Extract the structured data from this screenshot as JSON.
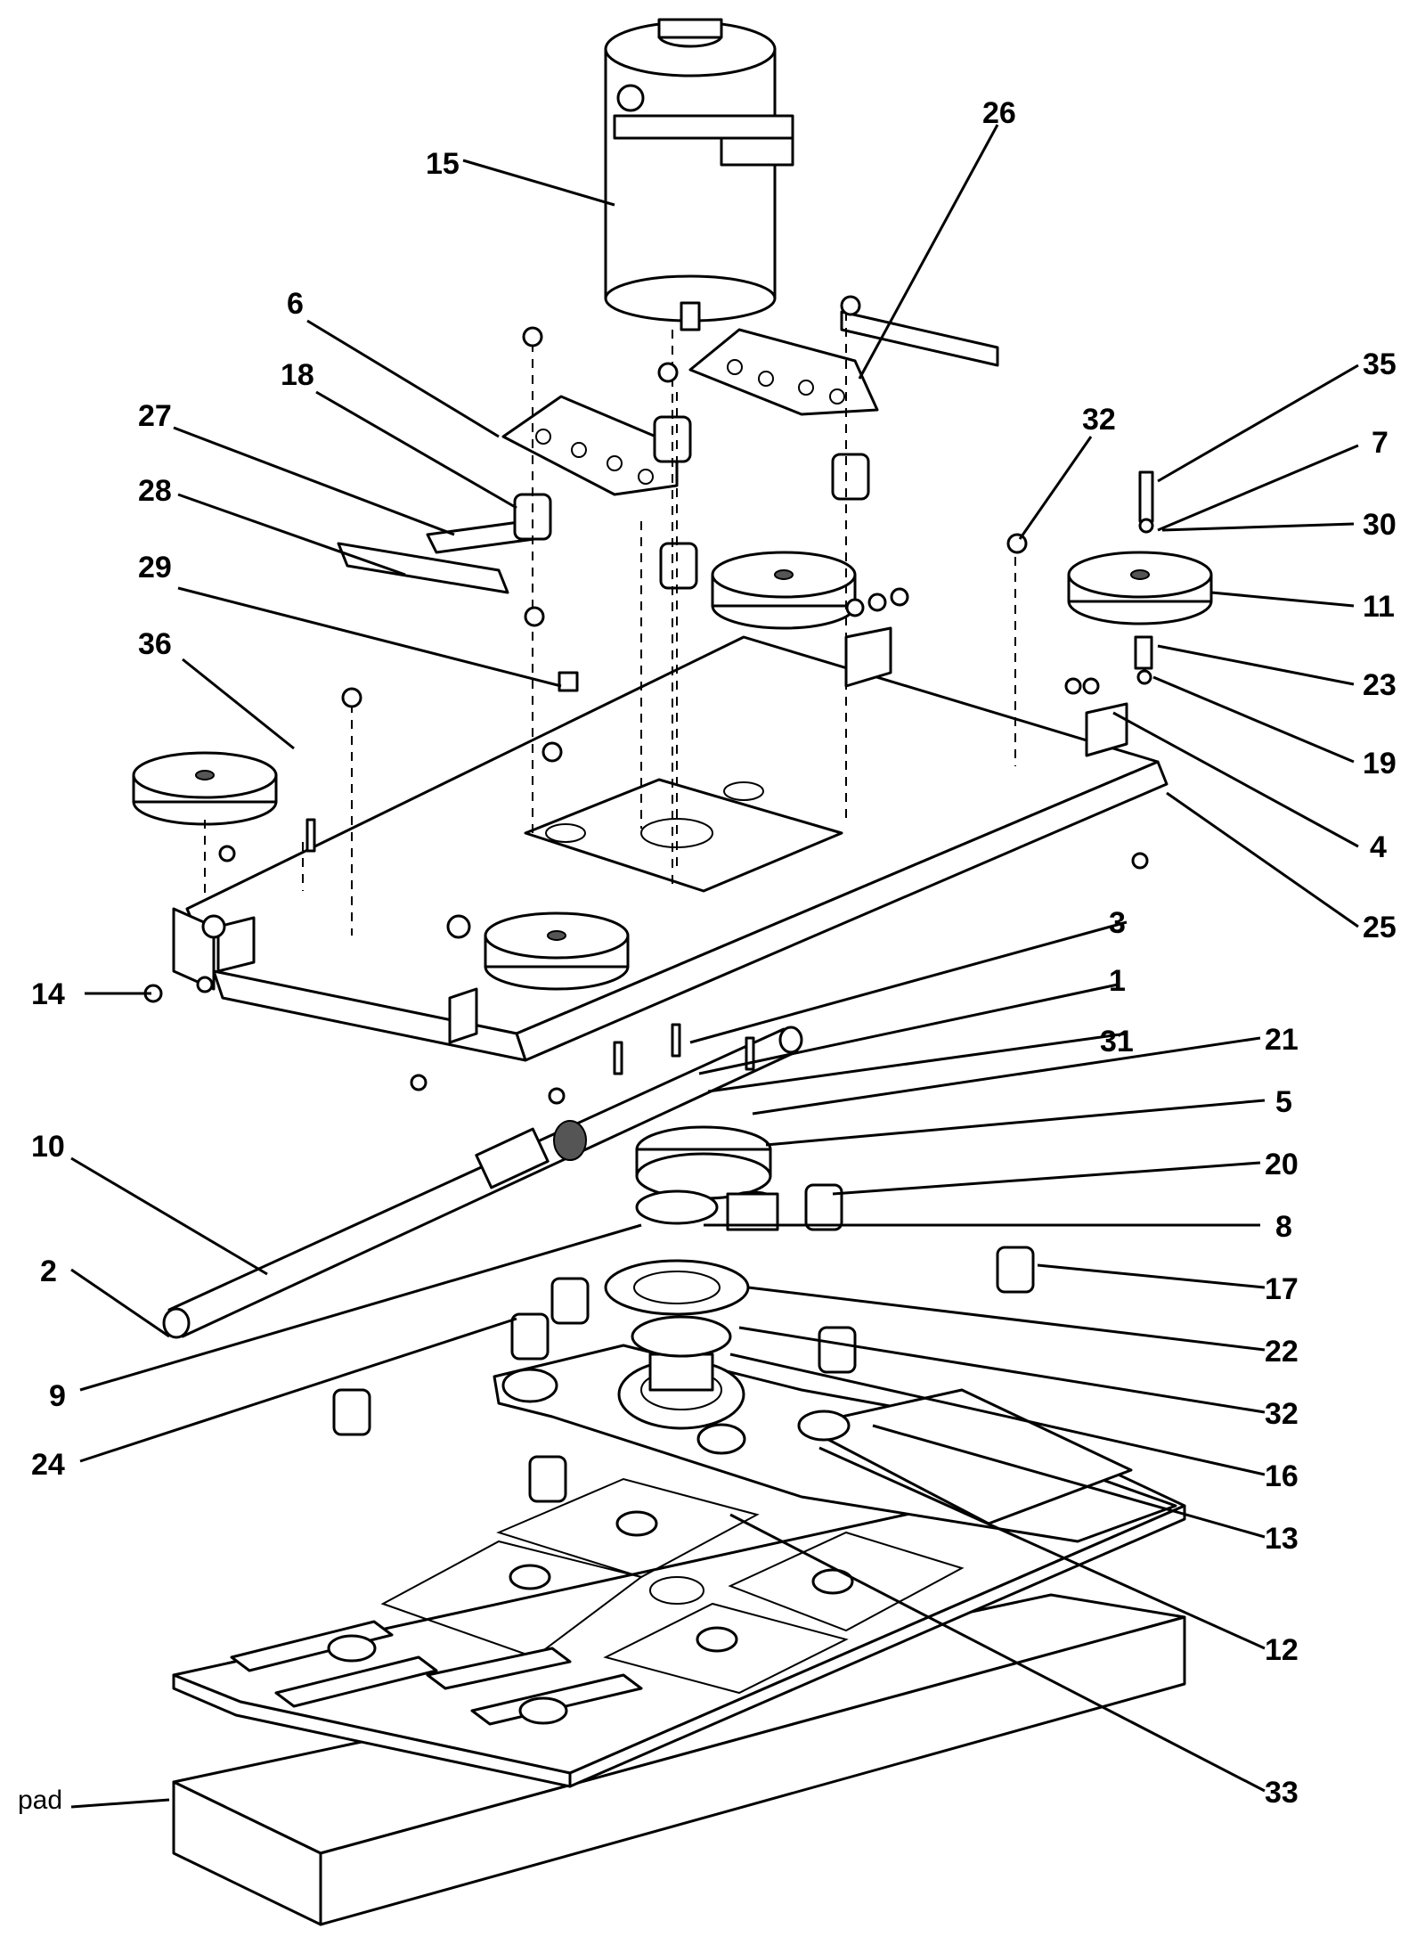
{
  "callouts": {
    "c15": "15",
    "c26": "26",
    "c6": "6",
    "c18": "18",
    "c27": "27",
    "c28": "28",
    "c29": "29",
    "c36": "36",
    "c35": "35",
    "c7": "7",
    "c32a": "32",
    "c30": "30",
    "c11": "11",
    "c23": "23",
    "c19": "19",
    "c4": "4",
    "c25": "25",
    "c3": "3",
    "c1": "1",
    "c31": "31",
    "c21": "21",
    "c5": "5",
    "c20": "20",
    "c8": "8",
    "c17": "17",
    "c22": "22",
    "c32b": "32",
    "c16": "16",
    "c13": "13",
    "c12": "12",
    "c33": "33",
    "c14": "14",
    "c10": "10",
    "c2": "2",
    "c9": "9",
    "c24": "24",
    "pad": "pad"
  }
}
